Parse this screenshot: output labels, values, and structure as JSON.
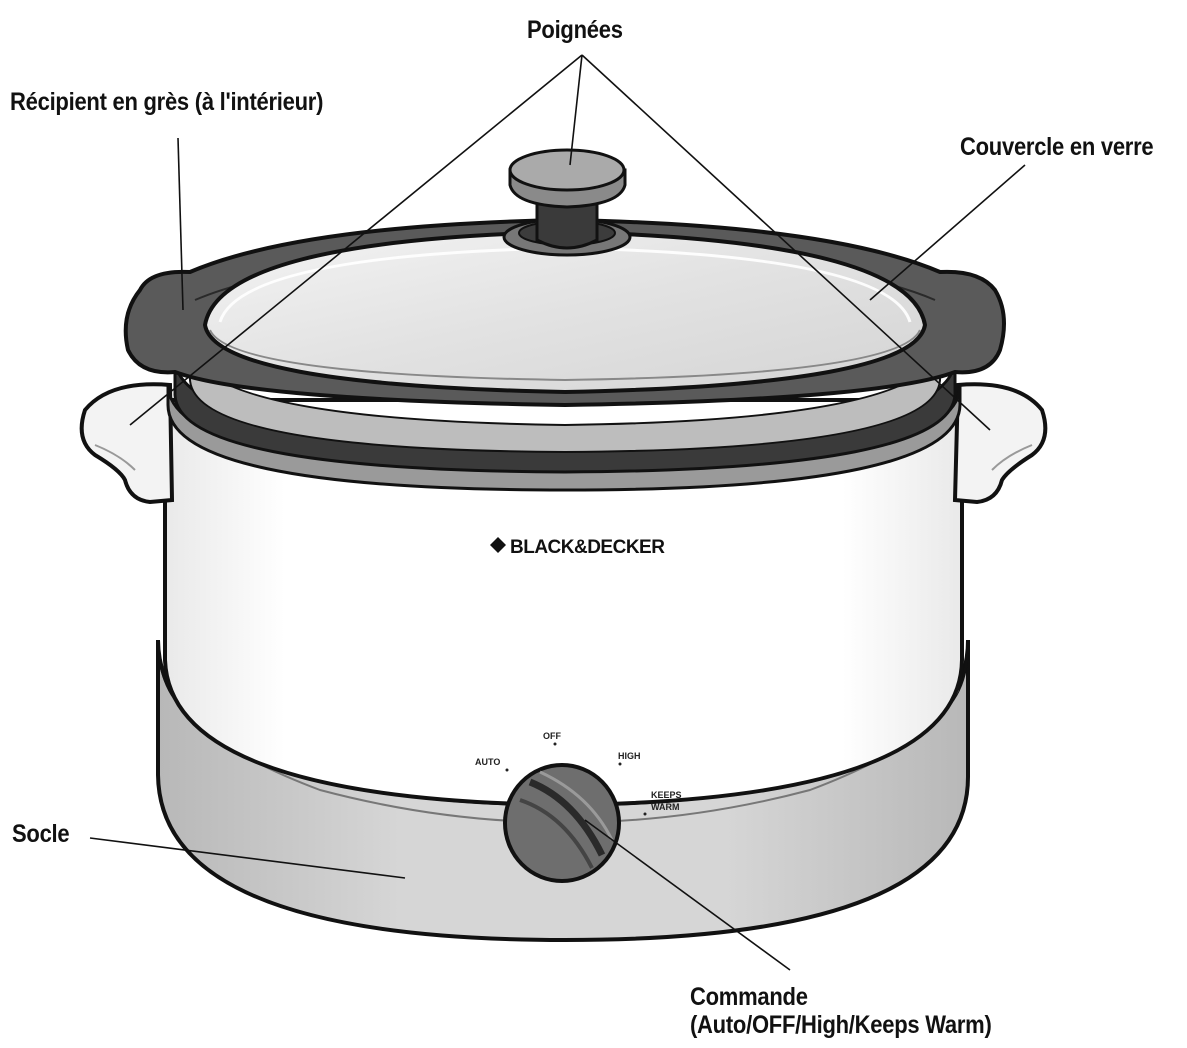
{
  "labels": {
    "handles": "Poignées",
    "stoneware": "Récipient en grès (à l'intérieur)",
    "lid": "Couvercle en verre",
    "base": "Socle",
    "control_line1": "Commande",
    "control_line2": "(Auto/OFF/High/Keeps Warm)"
  },
  "brand": "BLACK&DECKER",
  "dial": {
    "auto": "AUTO",
    "off": "OFF",
    "high": "HIGH",
    "keeps": "KEEPS",
    "warm": "WARM"
  },
  "colors": {
    "outline": "#111111",
    "crock_rim": "#5a5a5a",
    "lid_glass": "#e6e6e6",
    "base": "#c9c9c9",
    "knob": "#6e6e6e"
  }
}
